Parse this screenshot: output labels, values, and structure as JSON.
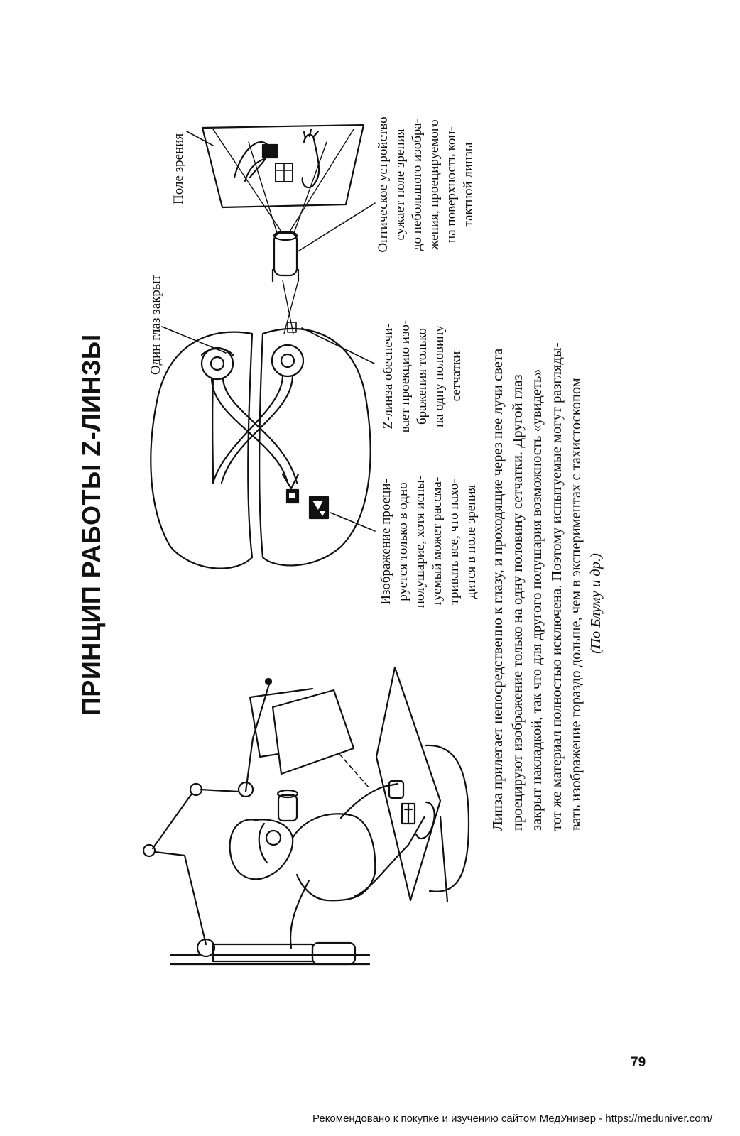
{
  "title": "ПРИНЦИП РАБОТЫ Z-ЛИНЗЫ",
  "labels": {
    "field_of_view": "Поле зрения",
    "one_eye_closed": "Один глаз закрыт",
    "optical_device": [
      "Оптическое устройство",
      "сужает поле зрения",
      "до небольшого изобра-",
      "жения, проецируемого",
      "на поверхность кон-",
      "тактной линзы"
    ],
    "z_lens": [
      "Z-линза обеспечи-",
      "вает проекцию изо-",
      "бражения только",
      "на одну половину",
      "сетчатки"
    ],
    "image_projected": [
      "Изображение проеци-",
      "руется только в одно",
      "полушарие, хотя испы-",
      "туемый может рассма-",
      "тривать все, что нахо-",
      "дится в поле зрения"
    ]
  },
  "body": [
    "Линза прилегает непосредственно к глазу, и проходящие через нее лучи света",
    "проецируют изображение только на одну половину сетчатки. Другой глаз",
    "закрыт накладкой, так что для другого полушария возможность «увидеть»",
    "тот же материал полностью исключена. Поэтому испытуемые могут разгляды-",
    "вать изображение гораздо дольше, чем в экспериментах с тахистоскопом"
  ],
  "source": "(По Блуму и др.)",
  "page_number": "79",
  "footer": "Рекомендовано к покупке и изучению сайтом МедУнивер - https://meduniver.com/"
}
